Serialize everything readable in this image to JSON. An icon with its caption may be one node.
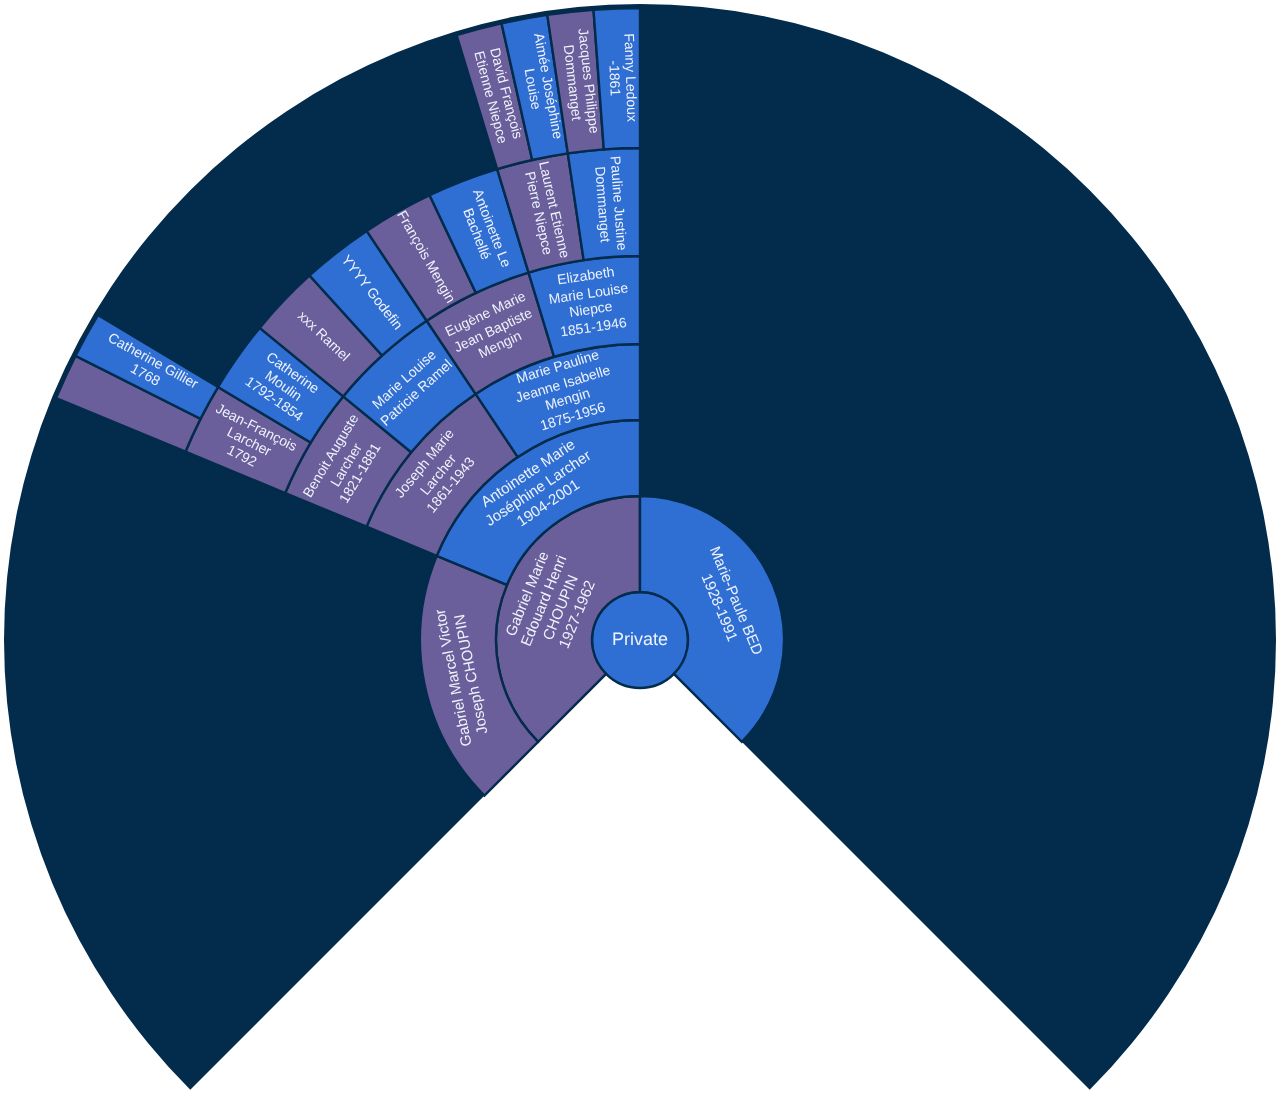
{
  "diagram": {
    "nodes": [
      {
        "text": [
          "Private"
        ]
      },
      {
        "text": [
          "Gabriel Marie Edouard Henri CHOUPIN",
          "1927-1962"
        ]
      },
      {
        "text": [
          "Marie-Paule BED",
          "1928-1991"
        ]
      },
      {
        "text": [
          "Gabriel Marcel Victor Joseph CHOUPIN"
        ]
      },
      {
        "text": [
          "Antoinette Marie Joséphine Larcher",
          "1904-2001"
        ]
      },
      {
        "text": [
          "Joseph Marie Larcher",
          "1861-1943"
        ]
      },
      {
        "text": [
          "Marie Pauline Jeanne Isabelle Mengin",
          "1875-1956"
        ]
      },
      {
        "text": [
          "Benoit Auguste Larcher",
          "1821-1881"
        ]
      },
      {
        "text": [
          "Marie Louise Patricie Ramel"
        ]
      },
      {
        "text": [
          "Eugène Marie Jean Baptiste Mengin"
        ]
      },
      {
        "text": [
          "Elizabeth Marie Louise Niepce",
          "1851-1946"
        ]
      },
      {
        "text": [
          "Jean-François Larcher",
          "1792"
        ]
      },
      {
        "text": [
          "Catherine Moulin",
          "1792-1854"
        ]
      },
      {
        "text": [
          "xxx Ramel"
        ]
      },
      {
        "text": [
          "YYYY Godefin"
        ]
      },
      {
        "text": [
          "François Mengin"
        ]
      },
      {
        "text": [
          "Antoinette Le Bachellé"
        ]
      },
      {
        "text": [
          "Laurent Etienne Pierre Niepce"
        ]
      },
      {
        "text": [
          "Pauline Justine Dommanget"
        ]
      },
      {
        "text": [],
        "shape": "wedge"
      },
      {
        "text": [
          "Catherine Gillier",
          "1768"
        ]
      },
      {
        "text": [
          "David François Etienne Niepce"
        ]
      },
      {
        "text": [
          "Aimée Joséphine Louise"
        ]
      },
      {
        "text": [
          "Jacques Philippe Dommanget"
        ]
      },
      {
        "text": [
          "Fanny Ledoux",
          "-1861"
        ]
      }
    ]
  }
}
